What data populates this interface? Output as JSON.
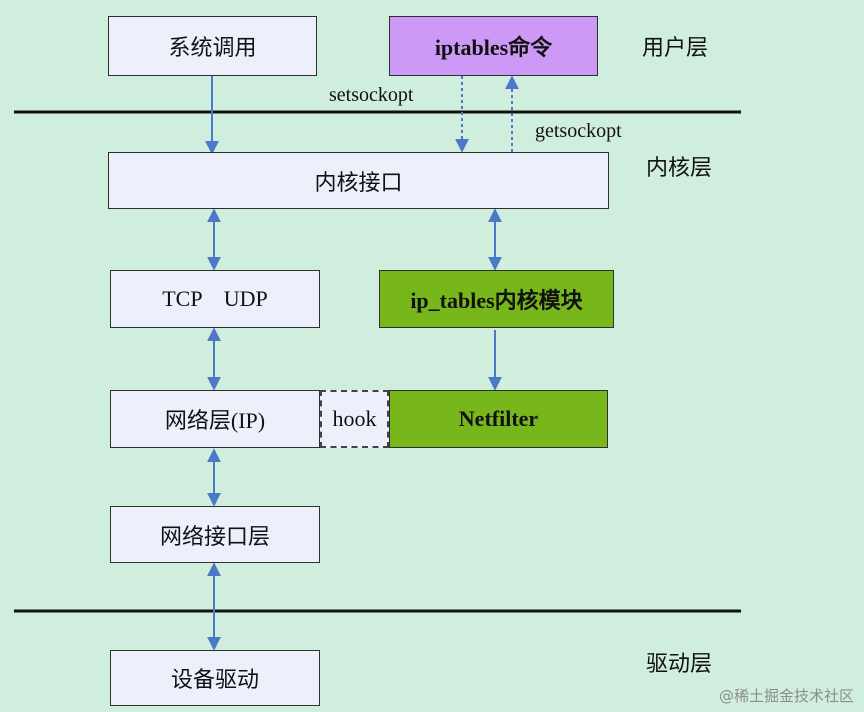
{
  "layers": {
    "user": "用户层",
    "kernel": "内核层",
    "driver": "驱动层"
  },
  "nodes": {
    "system_call": "系统调用",
    "iptables_cmd": "iptables命令",
    "kernel_interface": "内核接口",
    "tcp_udp": "TCP    UDP",
    "ip_tables_module": "ip_tables内核模块",
    "network_layer": "网络层(IP)",
    "hook": "hook",
    "netfilter": "Netfilter",
    "network_interface_layer": "网络接口层",
    "device_driver": "设备驱动"
  },
  "edges": {
    "setsockopt": "setsockopt",
    "getsockopt": "getsockopt"
  },
  "watermark": "@稀土掘金技术社区",
  "colors": {
    "background": "#cfeedd",
    "box": "#edf0fb",
    "iptables": "#cc99f6",
    "green": "#78b71c",
    "arrow": "#4d78c7",
    "line": "#111111"
  }
}
